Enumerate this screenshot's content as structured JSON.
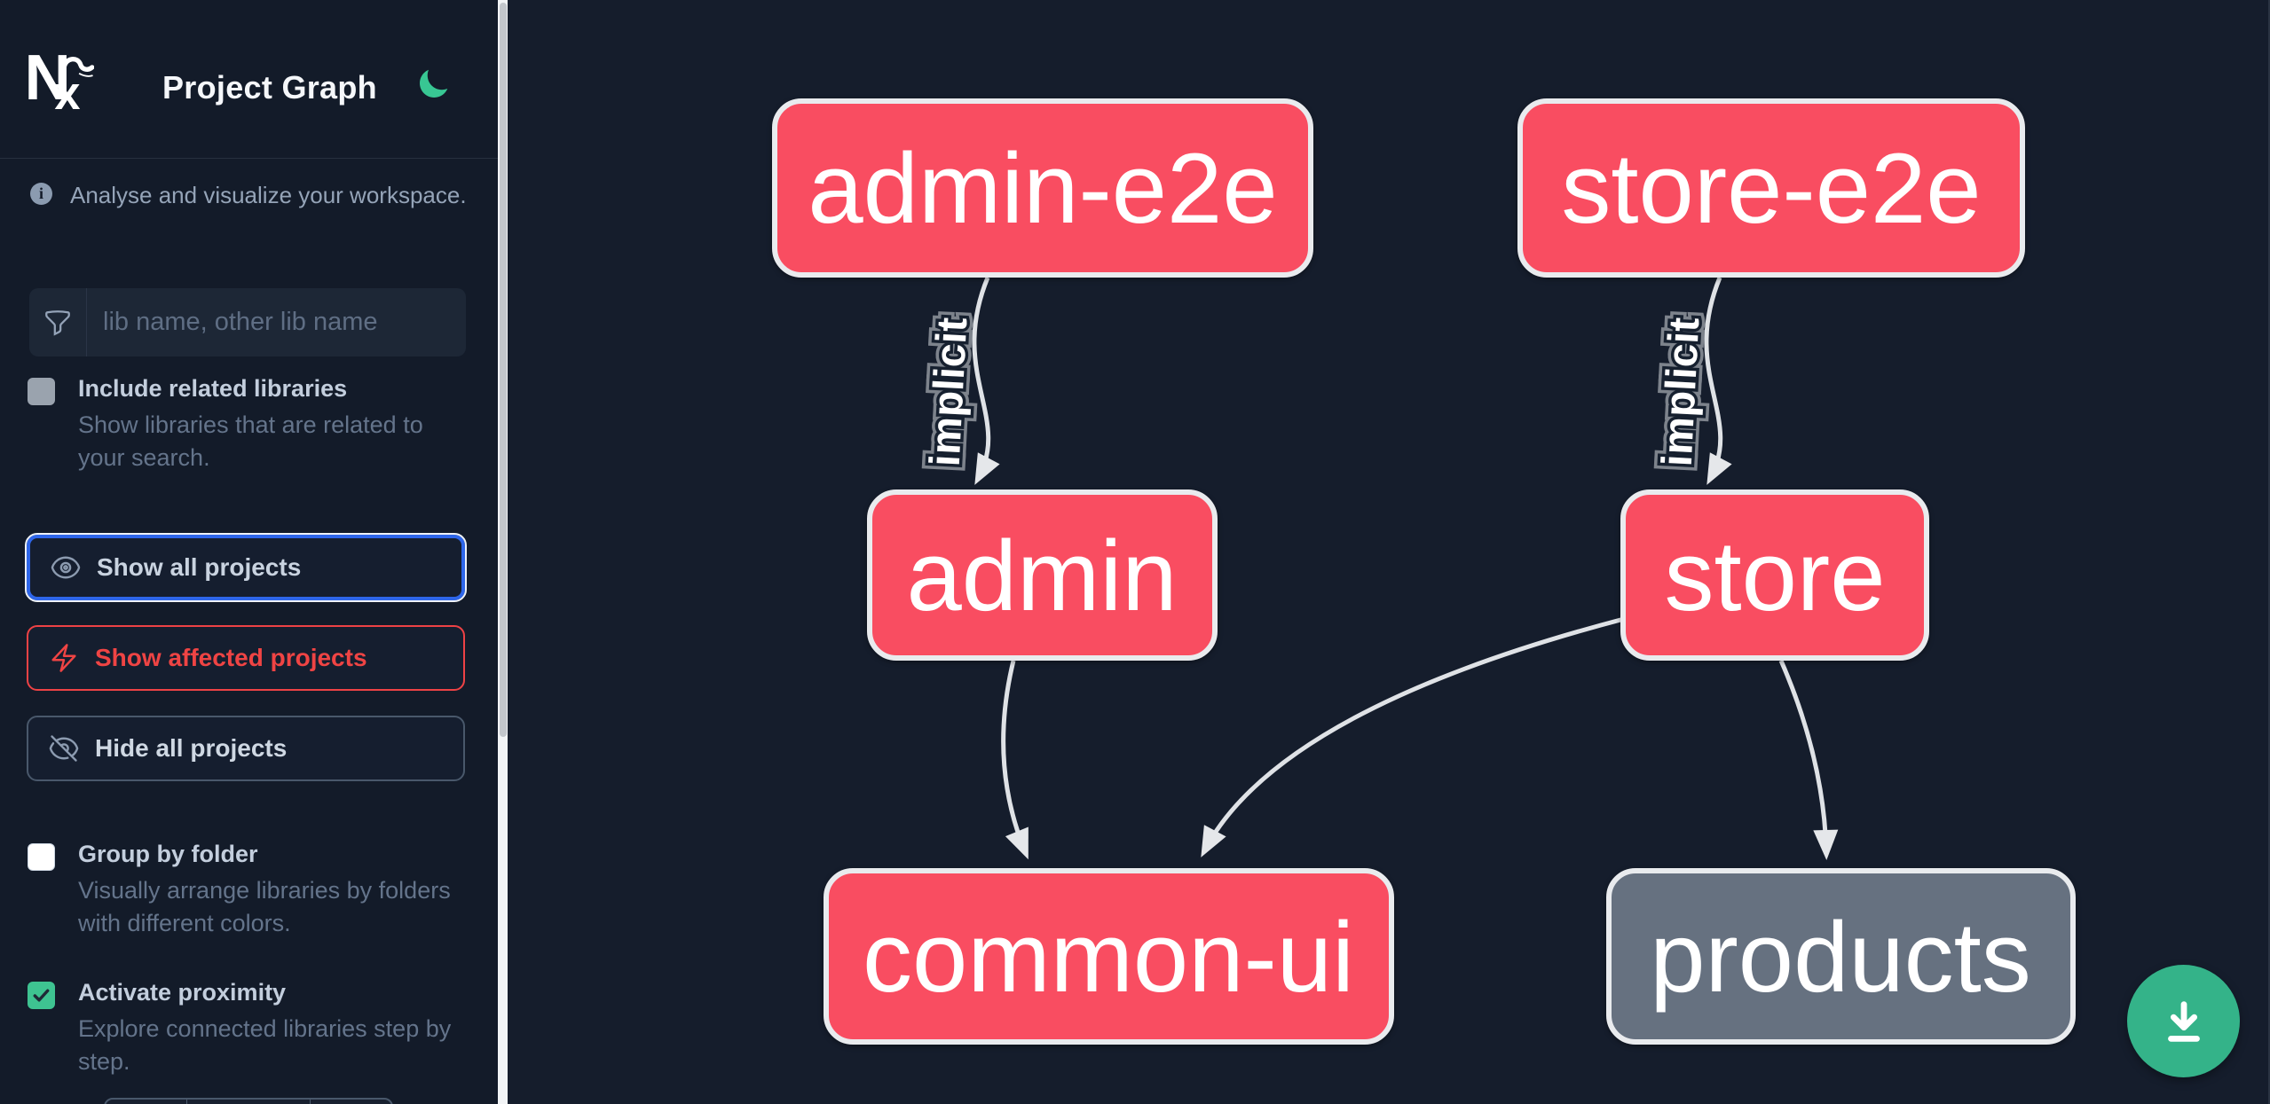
{
  "app": {
    "title": "Project Graph",
    "logo": "nx-logo",
    "theme_toggle_icon": "moon"
  },
  "sidebar": {
    "info_text": "Analyse and visualize your workspace.",
    "search": {
      "placeholder": "lib name, other lib name",
      "value": "",
      "icon": "funnel-filter"
    },
    "toggles": [
      {
        "label": "Include related libraries",
        "description": "Show libraries that are related to your search.",
        "checked": false,
        "disabled": true
      },
      {
        "label": "Group by folder",
        "description": "Visually arrange libraries by folders with different colors.",
        "checked": false
      },
      {
        "label": "Activate proximity",
        "description": "Explore connected libraries step by step.",
        "checked": true
      }
    ],
    "buttons": [
      {
        "label": "Show all projects",
        "icon": "eye",
        "state": "focused"
      },
      {
        "label": "Show affected projects",
        "icon": "lightning-bolt",
        "state": "affected"
      },
      {
        "label": "Hide all projects",
        "icon": "eye-slash",
        "state": "default"
      }
    ]
  },
  "graph": {
    "nodes": [
      {
        "label": "admin-e2e",
        "color": "pink"
      },
      {
        "label": "store-e2e",
        "color": "pink"
      },
      {
        "label": "admin",
        "color": "pink"
      },
      {
        "label": "store",
        "color": "pink"
      },
      {
        "label": "common-ui",
        "color": "pink"
      },
      {
        "label": "products",
        "color": "gray"
      }
    ],
    "edges": [
      {
        "from": "admin-e2e",
        "to": "admin",
        "label": "implicit"
      },
      {
        "from": "store-e2e",
        "to": "store",
        "label": "implicit"
      },
      {
        "from": "admin",
        "to": "common-ui",
        "label": ""
      },
      {
        "from": "store",
        "to": "common-ui",
        "label": ""
      },
      {
        "from": "store",
        "to": "products",
        "label": ""
      }
    ]
  },
  "fab": {
    "icon": "download"
  },
  "colors": {
    "sidebar_bg": "#131b29",
    "canvas_bg": "#151d2c",
    "node_pink": "#f94d61",
    "node_gray": "#667180",
    "node_border": "#e9ebee",
    "edge": "#dfe2e6",
    "accent_blue": "#2e66ea",
    "accent_red": "#ef4444",
    "accent_green": "#34b389",
    "text_light": "#c3cedd",
    "text_muted": "#64748b"
  }
}
